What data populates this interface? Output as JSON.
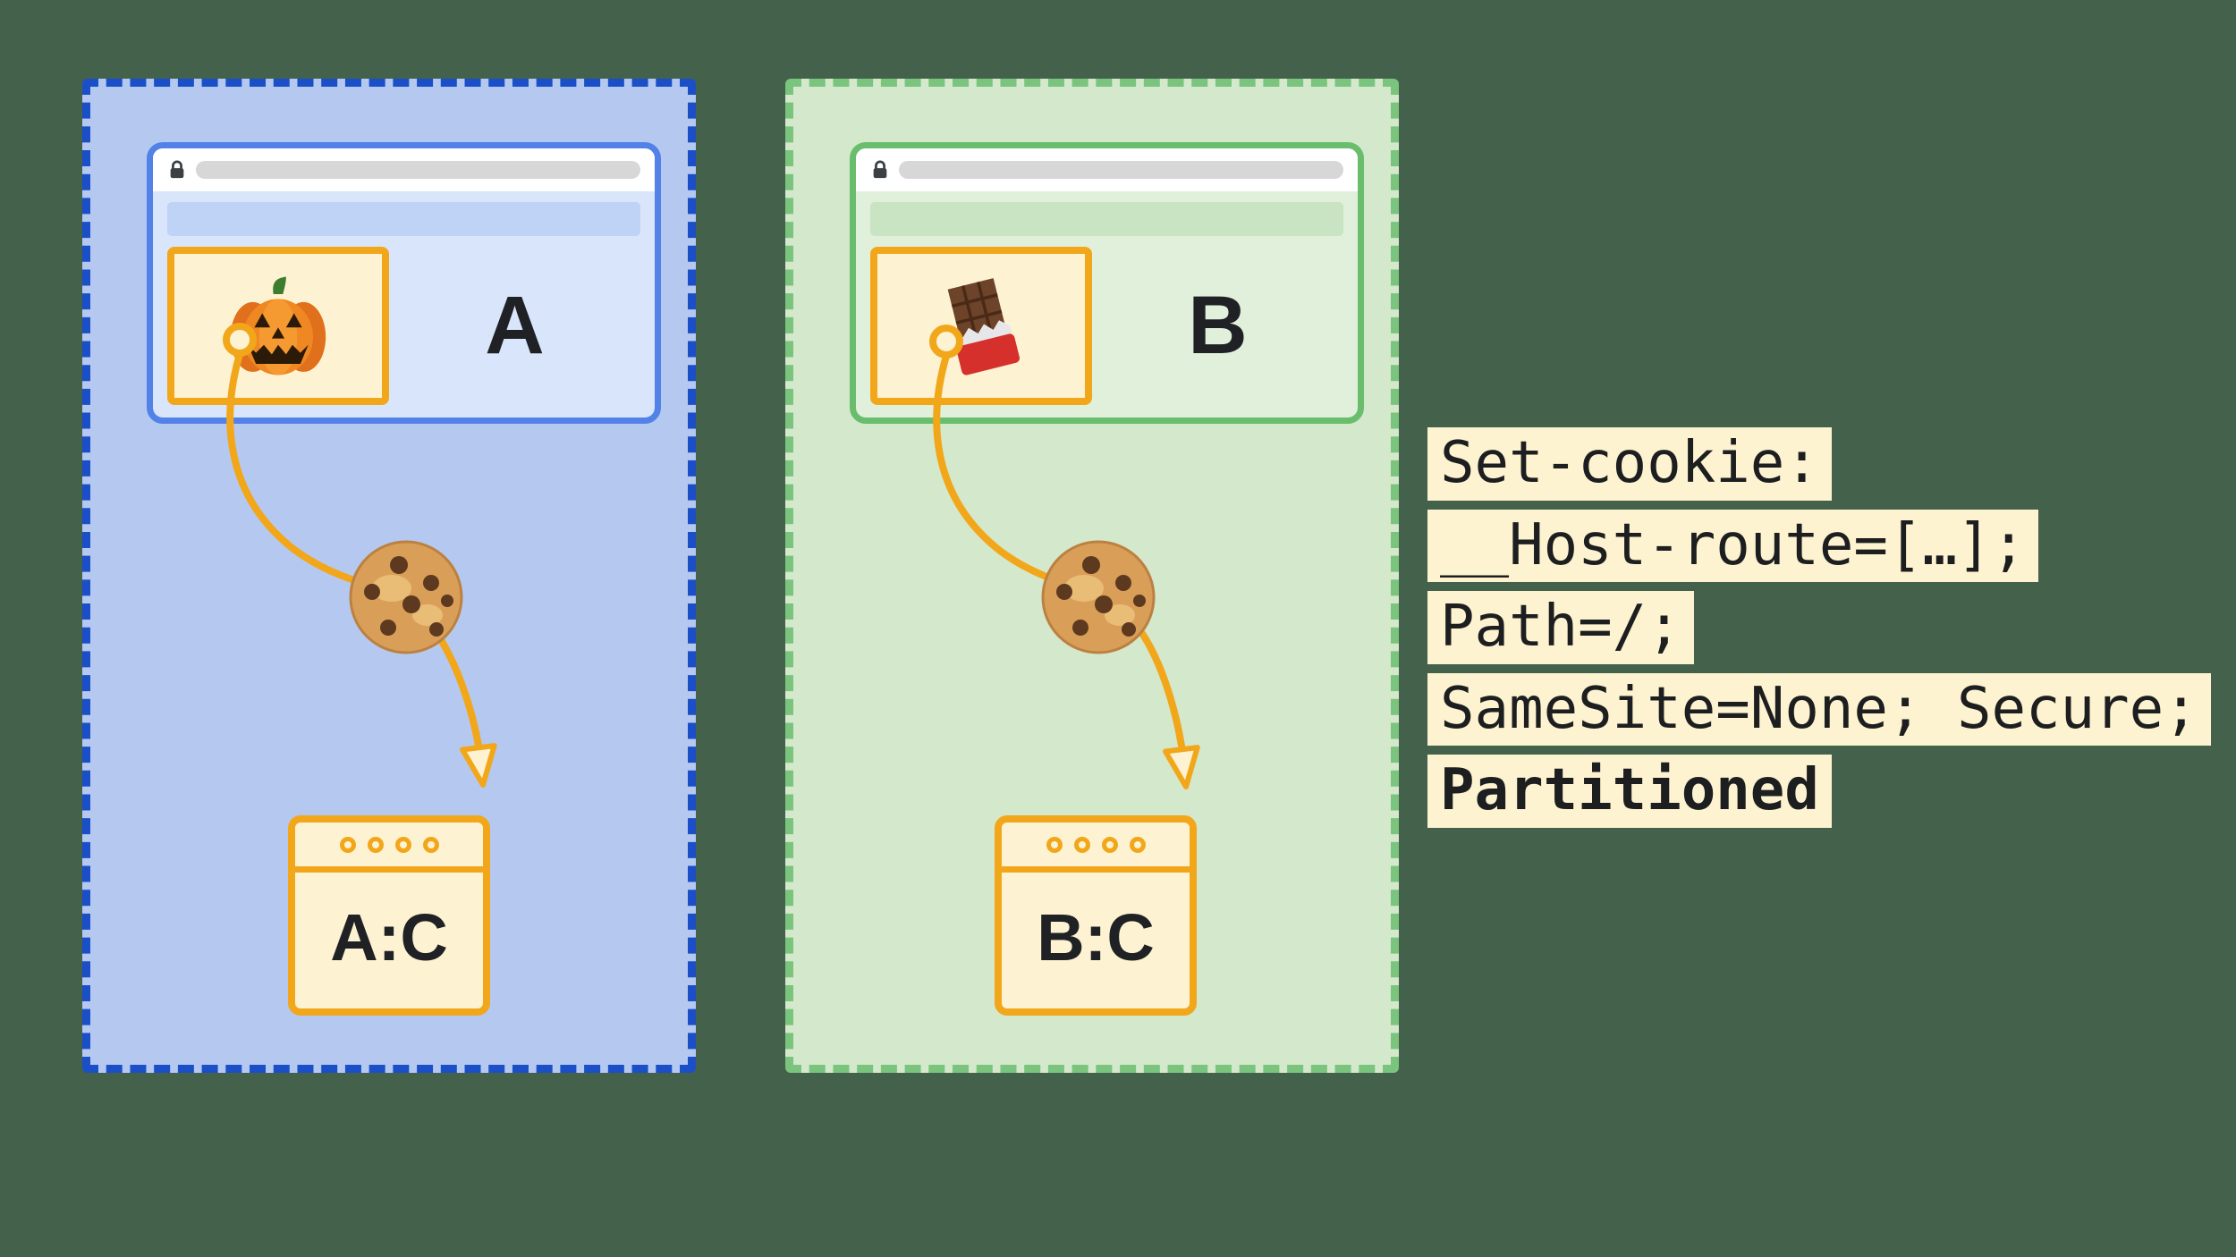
{
  "partitions": [
    {
      "site_label": "A",
      "jar_label": "A:C",
      "iframe_icon": "pumpkin-icon",
      "colors": {
        "dashed_border": "#1b4fc8",
        "fill": "#b5c9f0",
        "browser_border": "#5282e8",
        "browser_bg": "#d9e5fa",
        "page_bar": "#bfd3f7"
      }
    },
    {
      "site_label": "B",
      "jar_label": "B:C",
      "iframe_icon": "chocolate-icon",
      "colors": {
        "dashed_border": "#7ac47e",
        "fill": "#d4e8cc",
        "browser_border": "#69bd6d",
        "browser_bg": "#e0f0db",
        "page_bar": "#c8e4c2"
      }
    }
  ],
  "code_block": {
    "bg": "#fdf3d0",
    "text_color": "#1d1e20",
    "lines": [
      {
        "text": "Set-cookie:",
        "bold": false
      },
      {
        "text": "__Host-route=[…];",
        "bold": false
      },
      {
        "text": "Path=/;",
        "bold": false
      },
      {
        "text": "SameSite=None; Secure;",
        "bold": false
      },
      {
        "text": "Partitioned",
        "bold": true
      }
    ]
  },
  "shared": {
    "background": "#44614b",
    "cookie_flow_color": "#f2a71b",
    "iframe_border": "#f2a71b",
    "iframe_bg": "#fdf3d2",
    "icons": [
      "lock-icon",
      "pumpkin-icon",
      "chocolate-icon",
      "cookie-icon"
    ]
  }
}
